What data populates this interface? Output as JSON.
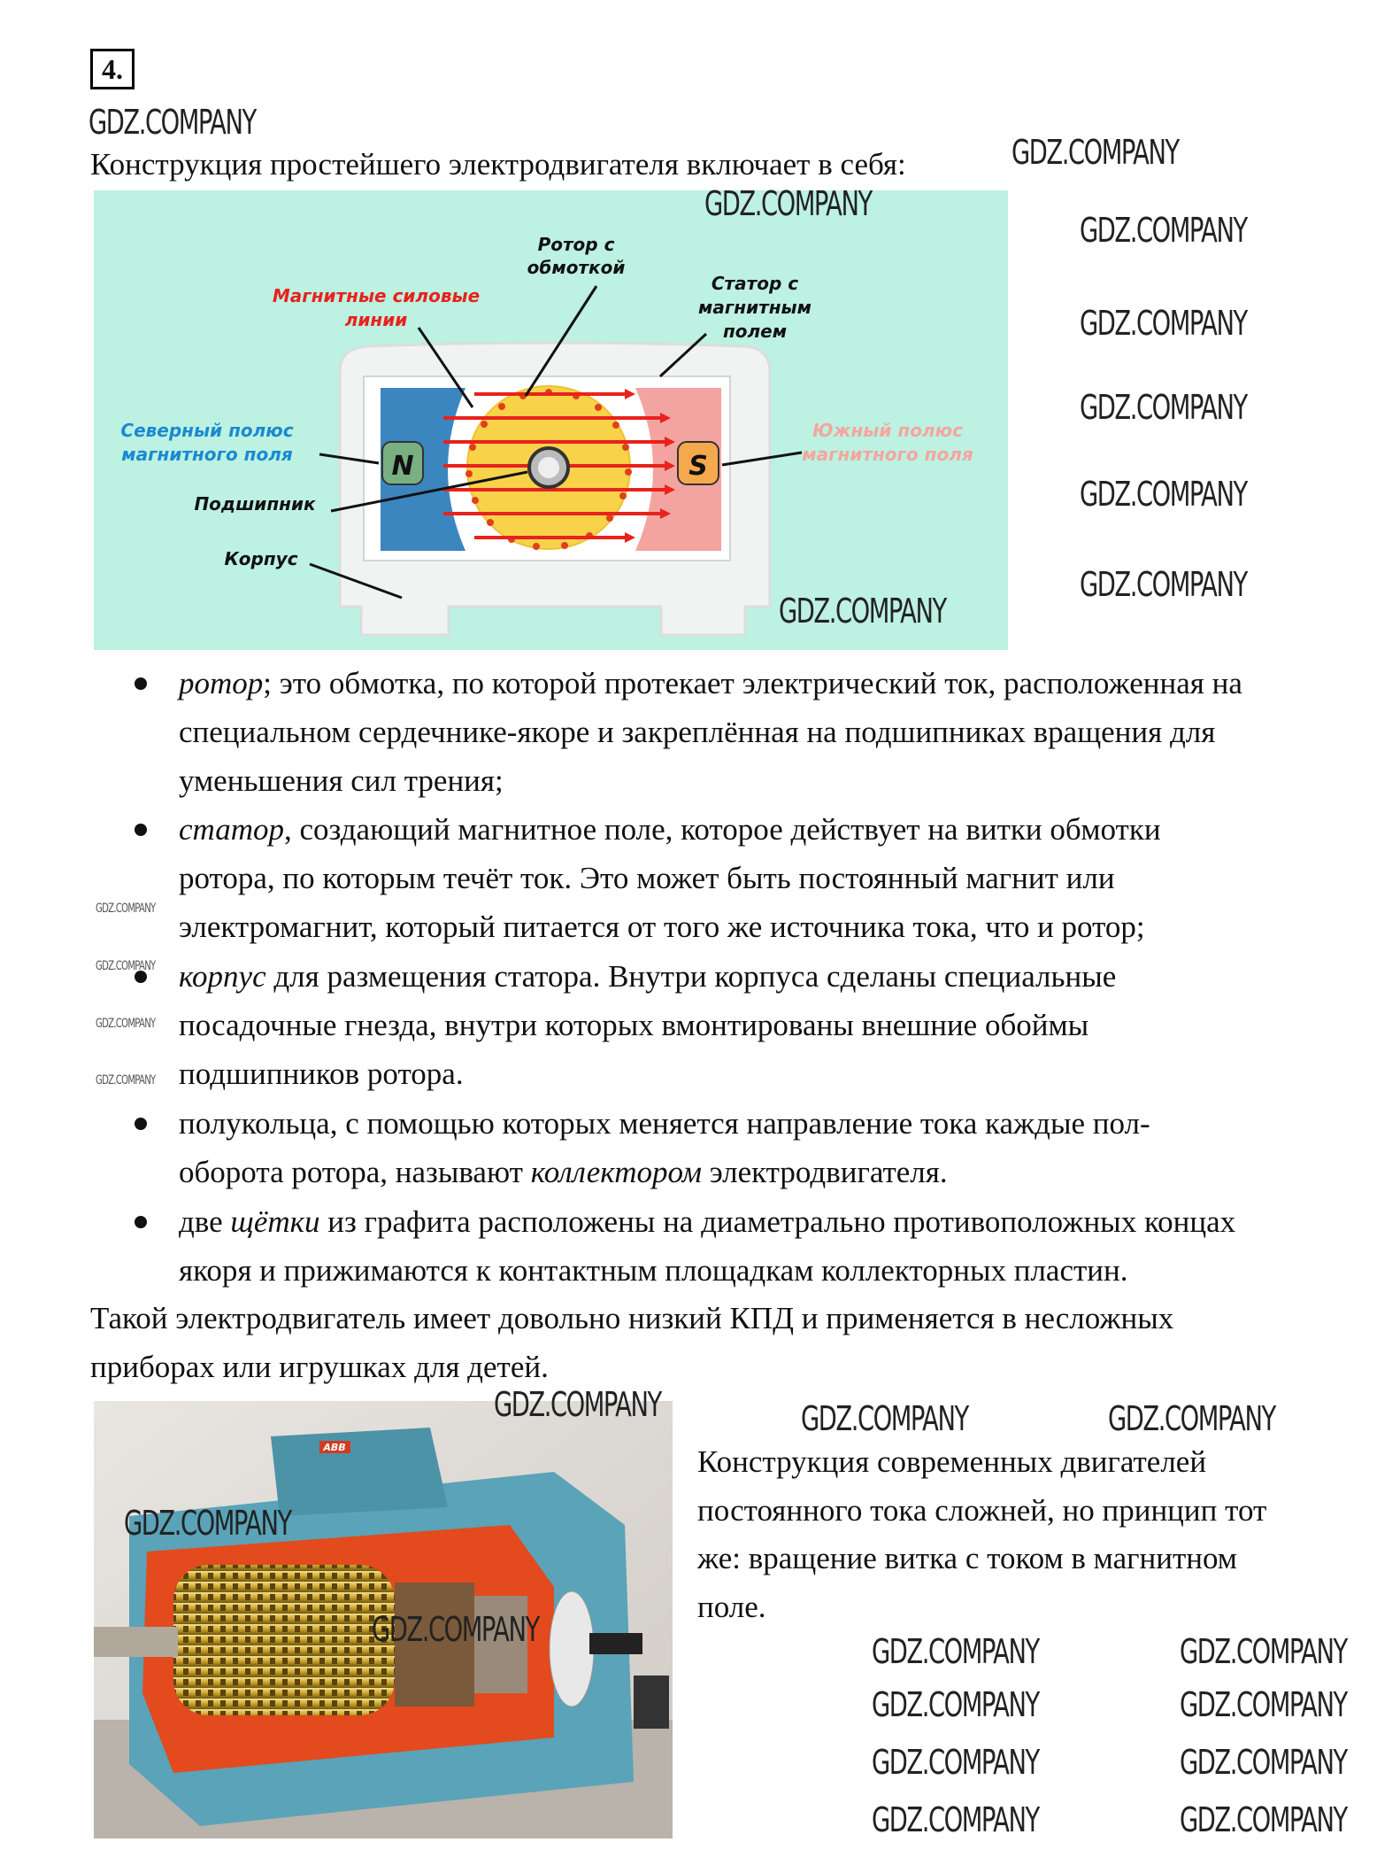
{
  "task_number": "4.",
  "intro": "Конструкция простейшего электродвигателя включает в себя:",
  "diagram": {
    "rotor_label": [
      "Ротор с",
      "обмоткой"
    ],
    "field_lines_label": [
      "Магнитные силовые",
      "линии"
    ],
    "stator_label": [
      "Статор с",
      "магнитным",
      "полем"
    ],
    "north_label": [
      "Северный полюс",
      "магнитного поля"
    ],
    "south_label": [
      "Южный полюс",
      "магнитного поля"
    ],
    "bearing_label": "Подшипник",
    "housing_label": "Корпус",
    "n": "N",
    "s": "S",
    "colors": {
      "background": "#bdf1e2",
      "north": "#3c86c0",
      "south": "#f4a4a0",
      "rotor": "#f8d34a",
      "field": "#e8221c"
    }
  },
  "bullets": [
    {
      "lines": [
        {
          "em": "ротор",
          "rest": "; это обмотка, по которой протекает электрический ток, расположенная на"
        },
        {
          "text": "специальном сердечнике-якоре и закреплённая на подшипниках вращения для"
        },
        {
          "text": "уменьшения сил трения;"
        }
      ]
    },
    {
      "lines": [
        {
          "em": "статор",
          "rest": ", создающий магнитное поле, которое действует на витки обмотки"
        },
        {
          "text": "ротора, по которым течёт ток. Это может быть постоянный магнит или"
        },
        {
          "text": "электромагнит, который питается от того же источника тока, что и ротор;"
        }
      ]
    },
    {
      "lines": [
        {
          "em": "корпус",
          "rest": " для размещения статора. Внутри корпуса сделаны специальные"
        },
        {
          "text": "посадочные гнезда, внутри которых вмонтированы внешние обоймы"
        },
        {
          "text": "подшипников ротора."
        }
      ]
    },
    {
      "lines": [
        {
          "pre": "полукольца, с помощью которых меняется направление тока каждые пол-"
        },
        {
          "text": "оборота ротора, называют ",
          "em": "коллектором",
          "rest": " электродвигателя."
        }
      ]
    },
    {
      "lines": [
        {
          "pre": "две ",
          "em": "щётки",
          "rest": " из графита расположены на диаметрально противоположных концах"
        },
        {
          "text": "якоря и прижимаются к контактным площадкам коллекторных пластин."
        }
      ]
    }
  ],
  "conclusion": [
    "Такой электродвигатель имеет довольно низкий КПД и применяется в несложных",
    "приборах или игрушках для детей."
  ],
  "side_text": [
    "Конструкция современных двигателей",
    "постоянного тока сложней, но принцип тот",
    "же: вращение витка с током в магнитном",
    "поле."
  ],
  "photo": {
    "brand_plate": "ABB"
  },
  "watermark": "GDZ.COMPANY"
}
